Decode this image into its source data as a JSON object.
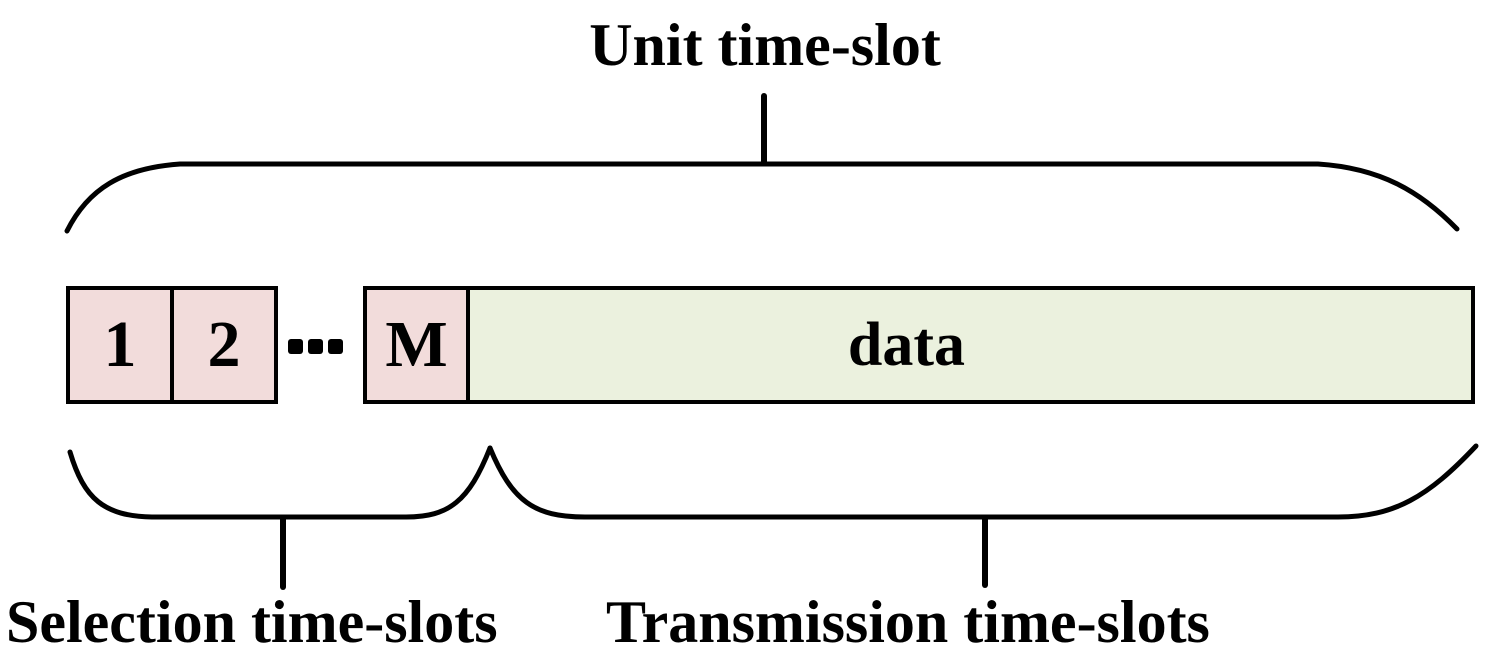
{
  "diagram": {
    "unit_label": "Unit time-slot",
    "selection_label": "Selection time-slots",
    "transmission_label": "Transmission time-slots",
    "slots": [
      {
        "label": "1"
      },
      {
        "label": "2"
      },
      {
        "label": "M"
      }
    ],
    "ellipsis": "···",
    "data_segment_label": "data",
    "colors": {
      "selection_fill": "#F2DCDB",
      "data_fill": "#EBF1DE",
      "stroke": "#000000",
      "text": "#000000",
      "background": "#FFFFFF"
    }
  }
}
